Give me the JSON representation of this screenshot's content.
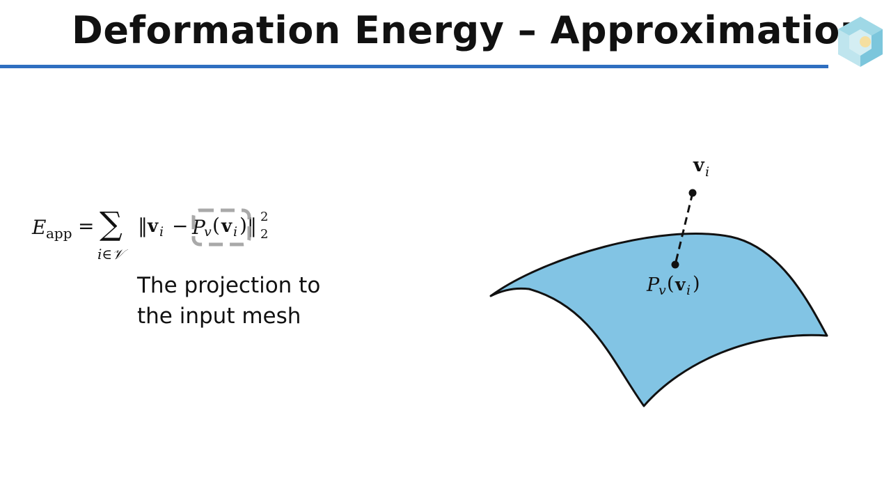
{
  "slide": {
    "title": "Deformation Energy – Approximation",
    "accent_color": "#2f6fc0",
    "logo": "cube-logo"
  },
  "formula": {
    "lhs": "E",
    "lhs_sub": "app",
    "equals": "=",
    "sum": "∑",
    "sum_sub": "i∈𝒱",
    "norm_open": "‖",
    "v": "v",
    "v_sub": "i",
    "minus": "−",
    "P": "P",
    "P_sub": "v",
    "paren_open": "(",
    "paren_close": ")",
    "norm_close": "‖",
    "exp": "2",
    "norm_sub": "2"
  },
  "caption": {
    "line1": "The projection to",
    "line2": "the input mesh"
  },
  "figure": {
    "surface_color": "#82c4e4",
    "point_label": "v",
    "point_label_sub": "i",
    "projection_label_P": "P",
    "projection_label_sub": "v",
    "projection_label_arg": "v",
    "projection_label_arg_sub": "i"
  }
}
